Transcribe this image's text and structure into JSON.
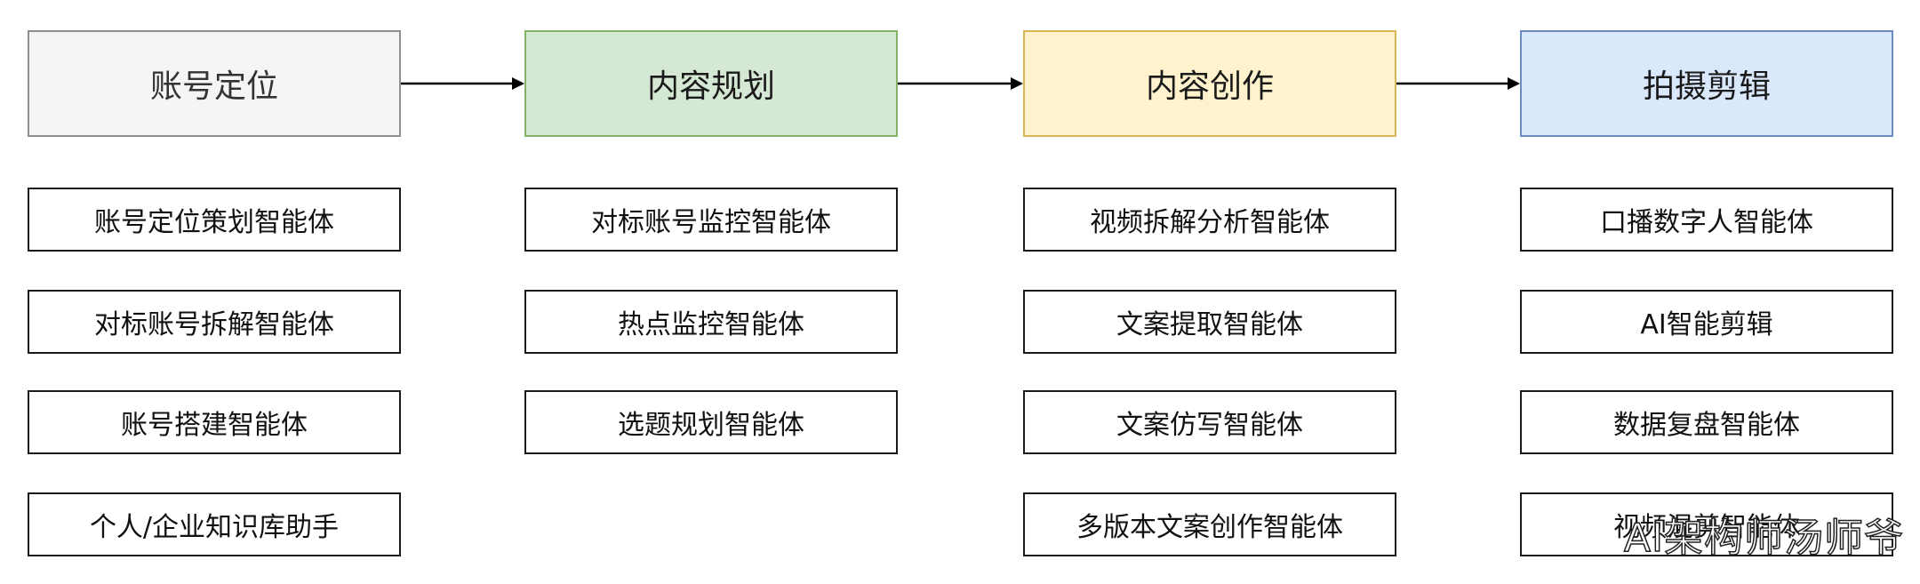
{
  "columns": [
    {
      "header": "账号定位",
      "items": [
        "账号定位策划智能体",
        "对标账号拆解智能体",
        "账号搭建智能体",
        "个人/企业知识库助手"
      ]
    },
    {
      "header": "内容规划",
      "items": [
        "对标账号监控智能体",
        "热点监控智能体",
        "选题规划智能体"
      ]
    },
    {
      "header": "内容创作",
      "items": [
        "视频拆解分析智能体",
        "文案提取智能体",
        "文案仿写智能体",
        "多版本文案创作智能体"
      ]
    },
    {
      "header": "拍摄剪辑",
      "items": [
        "口播数字人智能体",
        "AI智能剪辑",
        "数据复盘智能体",
        "视频混剪智能体"
      ]
    }
  ],
  "watermark": "AI架构师汤师爷",
  "colors": {
    "header_gray_fill": "#f5f5f5",
    "header_green_fill": "#d5e8d4",
    "header_yellow_fill": "#fff2cc",
    "header_blue_fill": "#dae8fc",
    "item_border": "#1a1a1a",
    "arrow": "#000000"
  }
}
